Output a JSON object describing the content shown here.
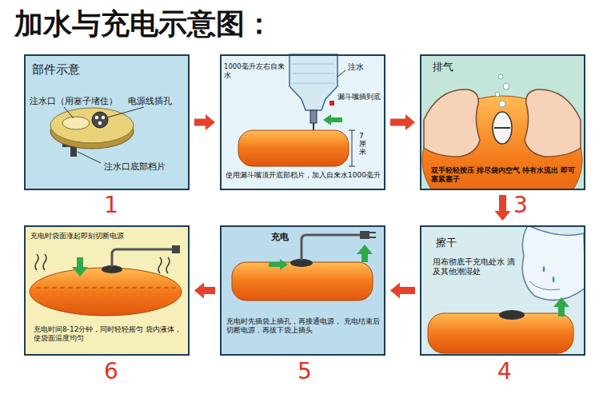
{
  "diagram": {
    "title": "加水与充电示意图：",
    "nodes": [
      {
        "text": [
          "部件示意",
          "注水口（用塞子堵住）",
          "电源线插孔",
          "注水口底部档片"
        ]
      },
      {
        "text": [
          "1000毫升左右自来水",
          "注水",
          "漏斗嘴插到底",
          "7厘米",
          "使用漏斗嘴顶开底部档片，加入自来水1000毫升"
        ]
      },
      {
        "text": [
          "排气",
          "双手轻轻按压 排尽袋内空气 待有水流出 即可塞紧塞子"
        ]
      },
      {
        "text": [
          "擦干",
          "用布彻底干充电处水 滴及其他潮湿处"
        ]
      },
      {
        "text": [
          "充电",
          "充电时先插袋上插孔，再接通电源， 充电结束后切断电源，再拔下袋上插头"
        ]
      },
      {
        "text": [
          "充电时袋面涨起即刻切断电源",
          "充电时间8-12分钟，同时轻轻摇匀 袋内液体，使袋面温度均匀"
        ]
      }
    ],
    "edges": [
      {
        "from": 0,
        "to": 1,
        "arrow": "to"
      },
      {
        "from": 1,
        "to": 2,
        "arrow": "to"
      },
      {
        "from": 2,
        "to": 3,
        "arrow": "to"
      },
      {
        "from": 3,
        "to": 4,
        "arrow": "to"
      },
      {
        "from": 4,
        "to": 5,
        "arrow": "to"
      }
    ],
    "labels": [
      "1",
      "3",
      "4",
      "5",
      "6"
    ]
  }
}
